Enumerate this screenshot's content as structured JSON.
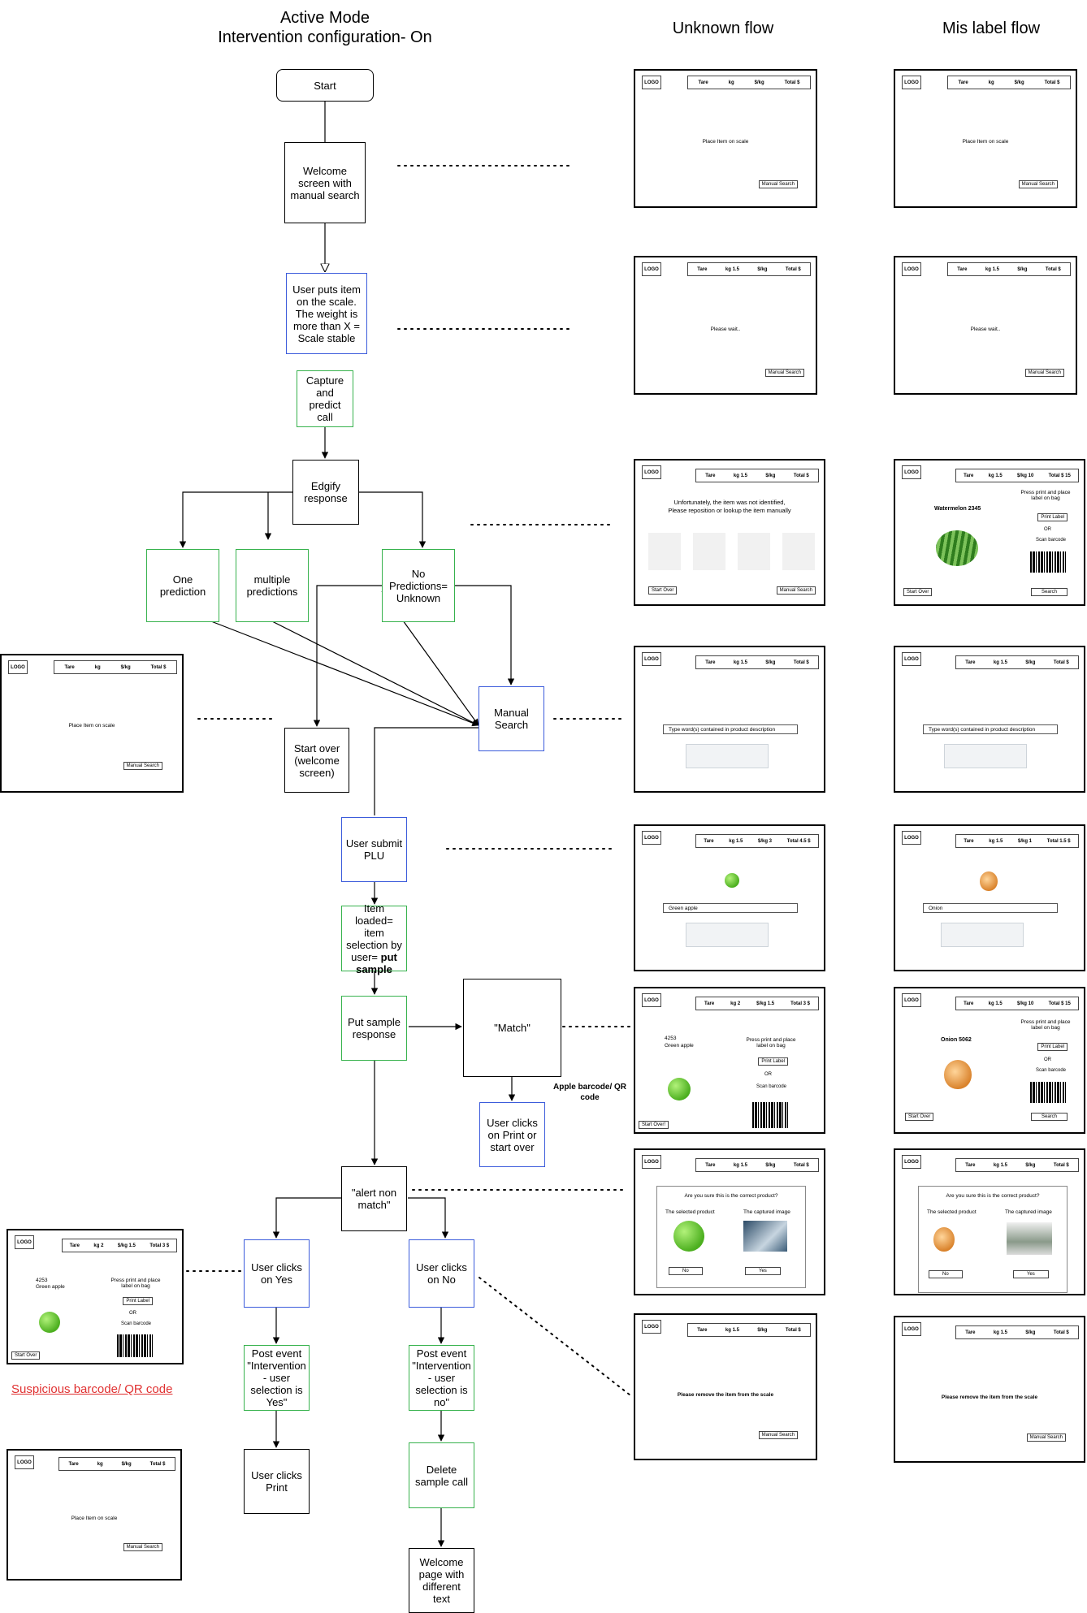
{
  "headers": {
    "active_mode_line1": "Active Mode",
    "active_mode_line2": "Intervention configuration- On",
    "unknown_flow": "Unknown flow",
    "mislabel_flow": "Mis label flow"
  },
  "nodes": {
    "start": "Start",
    "welcome": "Welcome screen with manual search",
    "puts_item": "User puts item on the scale. The weight is more than X = Scale stable",
    "capture": "Capture and predict call",
    "edgify": "Edgify response",
    "one_pred": "One prediction",
    "multi_pred": "multiple predictions",
    "no_pred": "No Predictions= Unknown",
    "manual_search": "Manual Search",
    "start_over": "Start over (welcome screen)",
    "submit_plu": "User submit PLU",
    "item_loaded_a": "Item loaded= item selection by user= ",
    "item_loaded_b": "put sample",
    "put_sample": "Put sample response",
    "match": "\"Match\"",
    "print_start_over": "User clicks on Print or start over",
    "alert": "\"alert non match\"",
    "clicks_yes": "User clicks on Yes",
    "clicks_no": "User clicks on No",
    "post_yes": "Post event \"Intervention - user selection is Yes\"",
    "post_no": "Post event \"Intervention - user selection is no\"",
    "user_print": "User clicks Print",
    "delete_sample": "Delete sample call",
    "welcome_diff": "Welcome page with different text"
  },
  "notes": {
    "apple_barcode": "Apple barcode/ QR code",
    "suspicious": "Suspicious barcode/ QR code"
  },
  "ui": {
    "logo": "LOGO",
    "tare": "Tare",
    "kg": "kg",
    "kg15": "kg 1.5",
    "kg2": "kg 2",
    "perkg": "$/kg",
    "perkg10": "$/kg 10",
    "perkg3": "$/kg 3",
    "perkg1": "$/kg 1",
    "perkg15": "$/kg 1.5",
    "total": "Total $",
    "total15": "Total $ 15",
    "total45": "Total 4.5 $",
    "total15b": "Total 1.5 $",
    "total3": "Total 3 $",
    "place_item": "Place Item on scale",
    "manual_search_btn": "Manual Search",
    "please_wait": "Please wait..",
    "not_identified_1": "Unfortunately, the item was not identified,",
    "not_identified_2": "Please reposition or lookup the item manually",
    "start_over_btn": "Start Over",
    "start_over_btn2": "Start Over!",
    "type_words": "Type word(s) contained in product description",
    "green_apple": "Green apple",
    "onion": "Onion",
    "watermelon": "Watermelon 2345",
    "onion_code": "Onion 5062",
    "apple_code": "4253",
    "apple_code_name": "Green apple",
    "press_print": "Press print and place label on bag",
    "print_label": "Print Label",
    "or": "OR",
    "scan_barcode": "Scan barcode",
    "search": "Search",
    "are_you_sure": "Are you sure this is the correct product?",
    "selected_product": "The selected product",
    "captured_image": "The captured image",
    "no": "No",
    "yes": "Yes",
    "remove_item": "Please remove the item from the scale"
  }
}
